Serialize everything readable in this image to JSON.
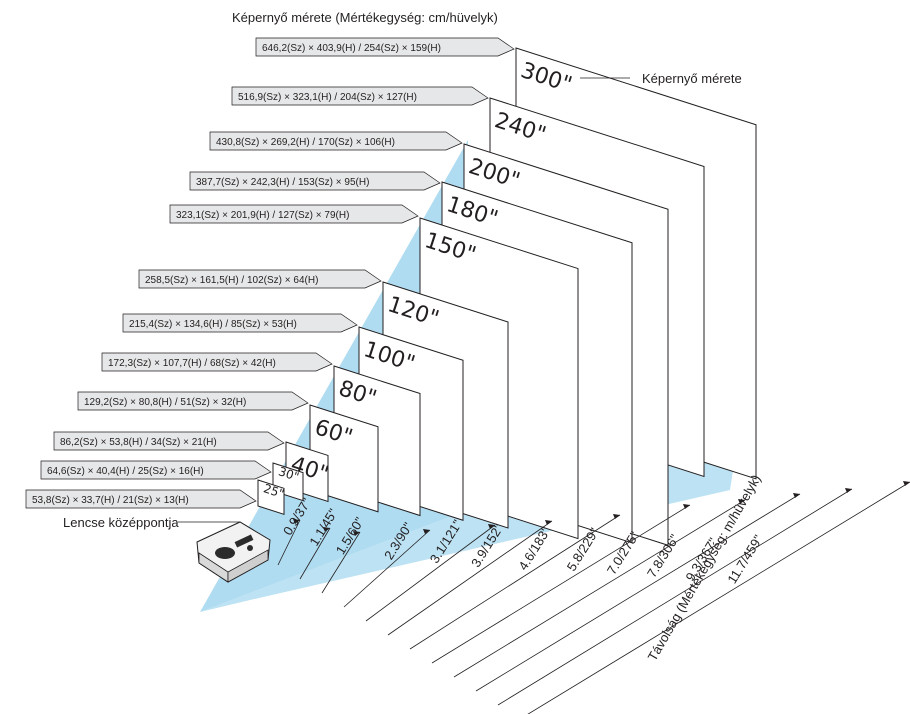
{
  "title": "Képernyő mérete (Mértékegység: cm/hüvelyk)",
  "screen_label": "Képernyő mérete",
  "lens_label": "Lencse középpontja",
  "distance_label": "Távolság (Mértékegység: m/hüvelyk)",
  "screens": [
    {
      "size": "25\"",
      "dims": "53,8(Sz) × 33,7(H) / 21(Sz) × 13(H)",
      "distance": "0.9/37\""
    },
    {
      "size": "30\"",
      "dims": "64,6(Sz) × 40,4(H) / 25(Sz) × 16(H)",
      "distance": "1.1/45\""
    },
    {
      "size": "40\"",
      "dims": "86,2(Sz) × 53,8(H) / 34(Sz) × 21(H)",
      "distance": "1.5/60\""
    },
    {
      "size": "60\"",
      "dims": "129,2(Sz) × 80,8(H) / 51(Sz) × 32(H)",
      "distance": "2.3/90\""
    },
    {
      "size": "80\"",
      "dims": "172,3(Sz) × 107,7(H) / 68(Sz) × 42(H)",
      "distance": "3.1/121\""
    },
    {
      "size": "100\"",
      "dims": "215,4(Sz) × 134,6(H) / 85(Sz) × 53(H)",
      "distance": "3.9/152\""
    },
    {
      "size": "120\"",
      "dims": "258,5(Sz) × 161,5(H) / 102(Sz) × 64(H)",
      "distance": "4.6/183\""
    },
    {
      "size": "150\"",
      "dims": "323,1(Sz) × 201,9(H) / 127(Sz) × 79(H)",
      "distance": "5.8/229\""
    },
    {
      "size": "180\"",
      "dims": "387,7(Sz) × 242,3(H) / 153(Sz) × 95(H)",
      "distance": "7.0/275\""
    },
    {
      "size": "200\"",
      "dims": "430,8(Sz) × 269,2(H) / 170(Sz) × 106(H)",
      "distance": "7.8/306\""
    },
    {
      "size": "240\"",
      "dims": "516,9(Sz) × 323,1(H) / 204(Sz) × 127(H)",
      "distance": "9.3/367\""
    },
    {
      "size": "300\"",
      "dims": "646,2(Sz) × 403,9(H) / 254(Sz) × 159(H)",
      "distance": "11.7/459\""
    }
  ],
  "colors": {
    "beam": "#a6d8ef",
    "tag_fill": "#e6e7e8",
    "stroke": "#231f20",
    "projector_body": "#f2f2f2",
    "projector_dark": "#2b2b2b"
  }
}
